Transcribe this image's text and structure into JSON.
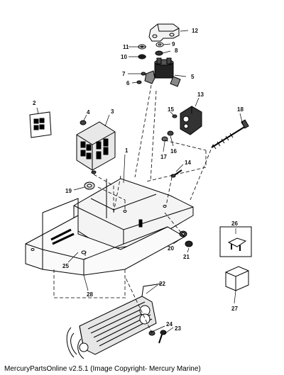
{
  "diagram": {
    "callouts": [
      "1",
      "2",
      "3",
      "4",
      "5",
      "6",
      "7",
      "8",
      "9",
      "10",
      "11",
      "12",
      "13",
      "14",
      "15",
      "16",
      "17",
      "18",
      "19",
      "20",
      "21",
      "22",
      "23",
      "24",
      "25",
      "26",
      "27",
      "28"
    ]
  },
  "footer": {
    "text": "MercuryPartsOnline v2.5.1 (Image Copyright- Mercury Marine)"
  }
}
